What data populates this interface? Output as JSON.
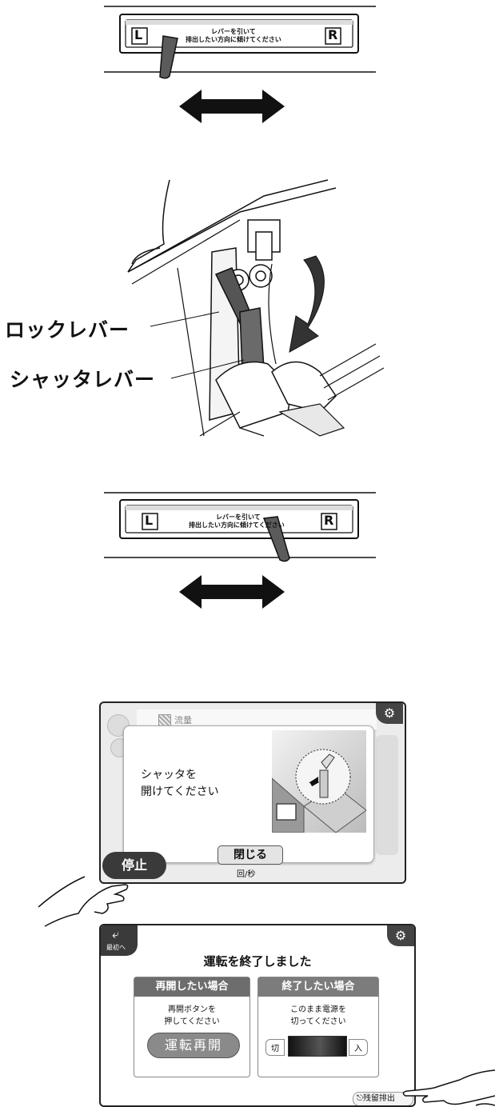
{
  "figure1": {
    "label_left": "L",
    "label_right": "R",
    "instruction_line1": "レバーを引いて",
    "instruction_line2": "排出したい方向に傾けてください"
  },
  "figure2": {
    "callout_lock": "ロックレバー",
    "callout_shutter": "シャッタレバー"
  },
  "figure3": {
    "label_left": "L",
    "label_right": "R",
    "instruction_line1": "レバーを引いて",
    "instruction_line2": "排出したい方向に傾けてください"
  },
  "screen1": {
    "bg_tab_label": "流量",
    "gear_icon": "gear-icon",
    "message_line1": "シャッタを",
    "message_line2": "開けてください",
    "close_button": "閉じる",
    "stop_button": "停止",
    "unit_label": "回/秒"
  },
  "screen2": {
    "back_label": "最初へ",
    "title": "運転を終了しました",
    "left_panel": {
      "header": "再開したい場合",
      "line1": "再開ボタンを",
      "line2": "押してください",
      "button": "運転再開"
    },
    "right_panel": {
      "header": "終了したい場合",
      "line1": "このまま電源を",
      "line2": "切ってください",
      "off_label": "切",
      "on_label": "入"
    },
    "purge_button": "残留排出"
  },
  "colors": {
    "lever": "#555555",
    "dark_button": "#3a3a3a",
    "panel_header": "#6d6d6d",
    "resume_button": "#8a8a8a"
  }
}
